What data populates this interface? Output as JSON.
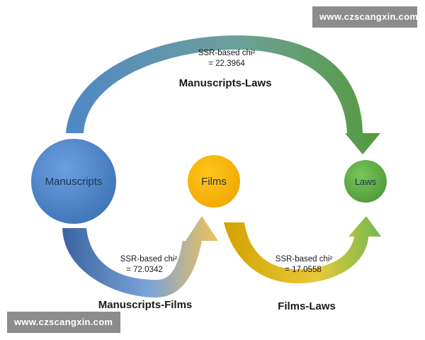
{
  "watermarks": [
    "www.czscangxin.com",
    "www.czscangxin.com"
  ],
  "nodes": [
    {
      "id": "manuscripts",
      "label": "Manuscripts",
      "color": "#5b8fd3"
    },
    {
      "id": "films",
      "label": "Films",
      "color": "#f8b700"
    },
    {
      "id": "laws",
      "label": "Laws",
      "color": "#66b64a"
    }
  ],
  "edges": [
    {
      "id": "manuscripts-laws",
      "title": "Manuscripts-Laws",
      "stat_line1": "SSR-based chi²",
      "stat_line2": "= 22.3964",
      "gradient": [
        "#4f87c6",
        "#549a3c"
      ]
    },
    {
      "id": "manuscripts-films",
      "title": "Manuscripts-Films",
      "stat_line1": "SSR-based chi²",
      "stat_line2": "= 72.0342",
      "gradient": [
        "#3b63a0",
        "#f2c25a"
      ]
    },
    {
      "id": "films-laws",
      "title": "Films-Laws",
      "stat_line1": "SSR-based chi²",
      "stat_line2": "= 17.0558",
      "gradient": [
        "#d3a200",
        "#6fb94f"
      ]
    }
  ]
}
